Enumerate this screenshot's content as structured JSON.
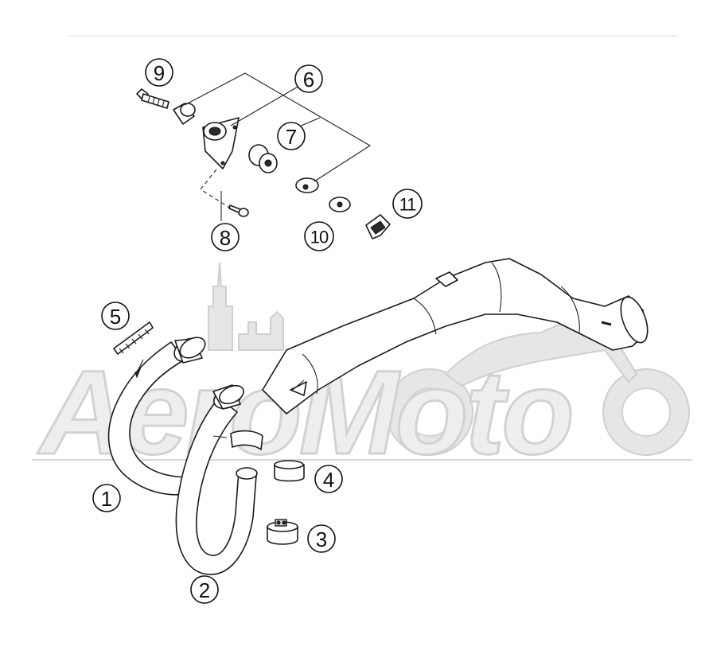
{
  "diagram": {
    "type": "exploded parts diagram",
    "subject": "exhaust header pipes and mounting hardware"
  },
  "watermark": {
    "text": "AeroMoto"
  },
  "callouts": [
    {
      "number": "1",
      "part": "header-pipe-1"
    },
    {
      "number": "2",
      "part": "header-pipe-2"
    },
    {
      "number": "3",
      "part": "clamp"
    },
    {
      "number": "4",
      "part": "sleeve"
    },
    {
      "number": "5",
      "part": "spring"
    },
    {
      "number": "6",
      "part": "flange-bracket"
    },
    {
      "number": "7",
      "part": "rubber-grommet-set"
    },
    {
      "number": "8",
      "part": "screw"
    },
    {
      "number": "9",
      "part": "bolt"
    },
    {
      "number": "10",
      "part": "washer"
    },
    {
      "number": "11",
      "part": "clip-nut"
    }
  ],
  "colors": {
    "line": "#1a1a1a",
    "watermark_fill": "#eeeeee",
    "watermark_stroke": "#d2d2d2",
    "background": "#ffffff"
  }
}
